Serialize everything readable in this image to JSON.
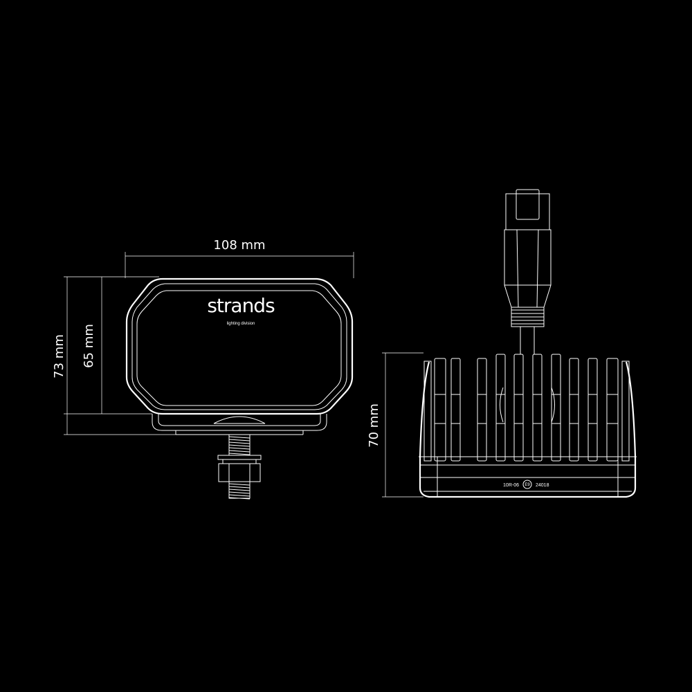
{
  "dimensions": {
    "width": "108 mm",
    "height_total": "73 mm",
    "height_lens": "65 mm",
    "depth": "70 mm"
  },
  "logo": {
    "brand": "strands",
    "tagline": "lighting division"
  },
  "markings": {
    "regulation": "10R-06",
    "approval_mark": "E9",
    "approval_number": "24018"
  },
  "colors": {
    "background": "#000000",
    "lines": "#ffffff"
  }
}
